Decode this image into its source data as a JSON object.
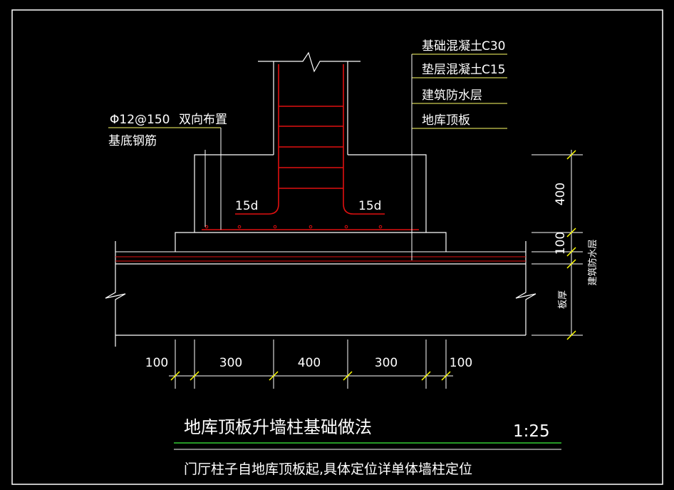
{
  "notes": {
    "n1": "基础混凝土",
    "n1_grade": "C30",
    "n2": "垫层混凝土",
    "n2_grade": "C15",
    "n3": "建筑防水层",
    "n4": "地库顶板"
  },
  "rebar": {
    "spec": "Φ12@150",
    "layout": "双向布置",
    "desc": "基底钢筋",
    "anchor_left": "15d",
    "anchor_right": "15d"
  },
  "vertical_dims": {
    "d1": "400",
    "d2": "100",
    "waterproof": "建筑防水层",
    "slab": "板厚"
  },
  "horizontal_dims": [
    "100",
    "300",
    "400",
    "300",
    "100"
  ],
  "title": {
    "main": "地库顶板升墙柱基础做法",
    "scale": "1:25",
    "note": "门厅柱子自地库顶板起,具体定位详单体墙柱定位"
  },
  "colors": {
    "line": "#ffffff",
    "rebar": "#e01010",
    "leader": "#ffff66",
    "dim": "#ffff00",
    "underline": "#33cc33"
  }
}
